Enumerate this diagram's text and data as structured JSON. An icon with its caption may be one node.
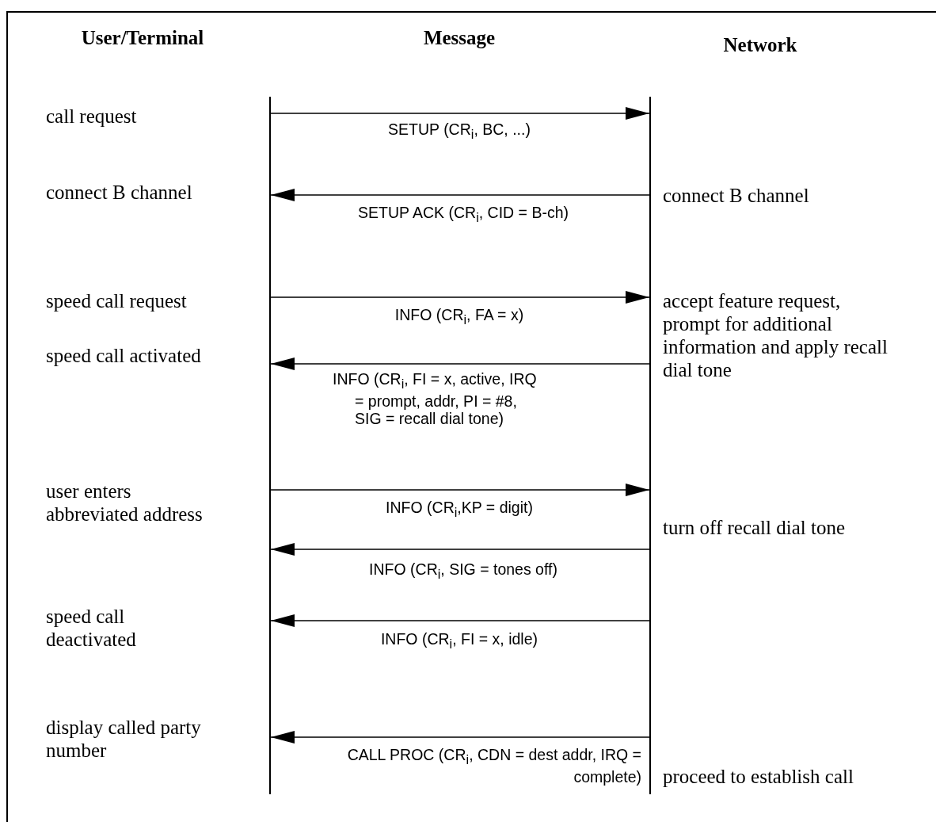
{
  "diagram": {
    "nodes": [
      {
        "text": [],
        "shape": "bar"
      },
      {
        "text": [],
        "shape": "bar"
      }
    ],
    "edges": [
      {
        "from": 0,
        "to": 1,
        "arrow": "to",
        "label": "SETUP (CR$_{i}$, BC, ...)"
      },
      {
        "from": 1,
        "to": 0,
        "arrow": "to",
        "label": "SETUP ACK (CR$_{i}$, CID = B-ch)"
      },
      {
        "from": 0,
        "to": 1,
        "arrow": "to",
        "label": "INFO (CR$_{i}$, FA = x)"
      },
      {
        "from": 1,
        "to": 0,
        "arrow": "to",
        "label": "INFO (CR$_{i}$, FI = x, active, IRQ = prompt, addr, PI = #8, SIG = recall dial tone)"
      },
      {
        "from": 0,
        "to": 1,
        "arrow": "to",
        "label": "INFO (CR$_{i}$,KP = digit)"
      },
      {
        "from": 1,
        "to": 0,
        "arrow": "to",
        "label": "INFO (CR$_{i}$, SIG = tones off)"
      },
      {
        "from": 1,
        "to": 0,
        "arrow": "to",
        "label": "INFO (CR$_{i}$, FI = x, idle)"
      },
      {
        "from": 1,
        "to": 0,
        "arrow": "to",
        "label": "CALL PROC (CR$_{i}$, CDN = dest addr, IRQ = complete)"
      }
    ],
    "labels": [
      "User/Terminal",
      "Message",
      "Network",
      "call request",
      "connect B channel",
      "connect B channel",
      "speed call request",
      "accept feature request, prompt for additional information and apply recall dial tone",
      "speed call activated",
      "user enters abbreviated address",
      "turn off recall dial tone",
      "speed call deactivated",
      "display called party number",
      "proceed to establish call"
    ]
  }
}
